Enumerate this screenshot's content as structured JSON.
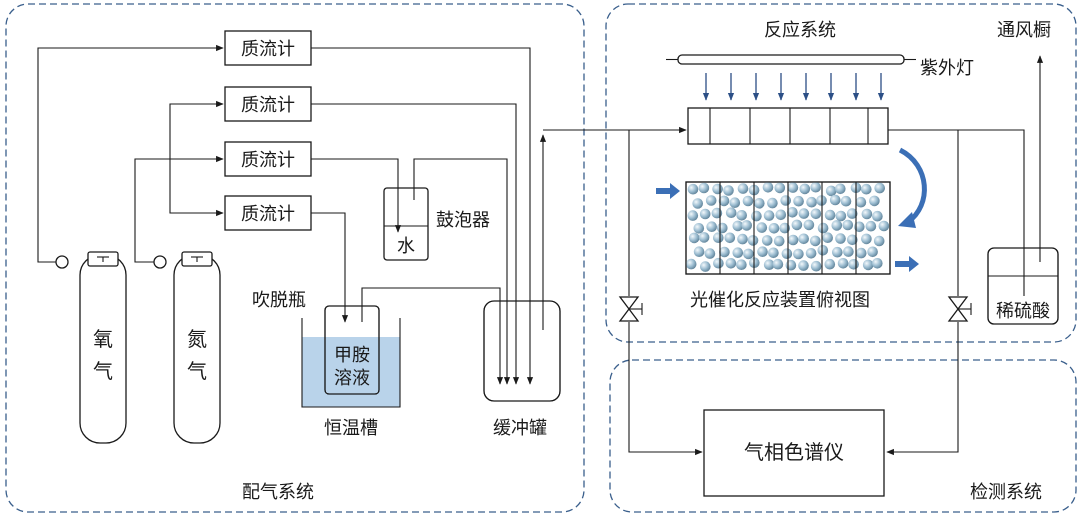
{
  "sections": {
    "gas_prep": "配气系统",
    "reaction": "反应系统",
    "detection": "检测系统"
  },
  "labels": {
    "mfc": "质流计",
    "oxygen_char1": "氧",
    "oxygen_char2": "气",
    "nitrogen_char1": "氮",
    "nitrogen_char2": "气",
    "bubbler": "鼓泡器",
    "water": "水",
    "stripping_bottle": "吹脱瓶",
    "solution_line1": "甲胺",
    "solution_line2": "溶液",
    "thermostat_bath": "恒温槽",
    "buffer_tank": "缓冲罐",
    "uv_lamp": "紫外灯",
    "reactor_top_view": "光催化反应装置俯视图",
    "fume_hood": "通风橱",
    "dilute_acid": "稀硫酸",
    "gc": "气相色谱仪"
  },
  "colors": {
    "dashed_border": "#3a5f8c",
    "flow_arrow": "#3b6fb6",
    "bath_liquid": "#b9d3ea",
    "bead": "#8fb3c9"
  }
}
